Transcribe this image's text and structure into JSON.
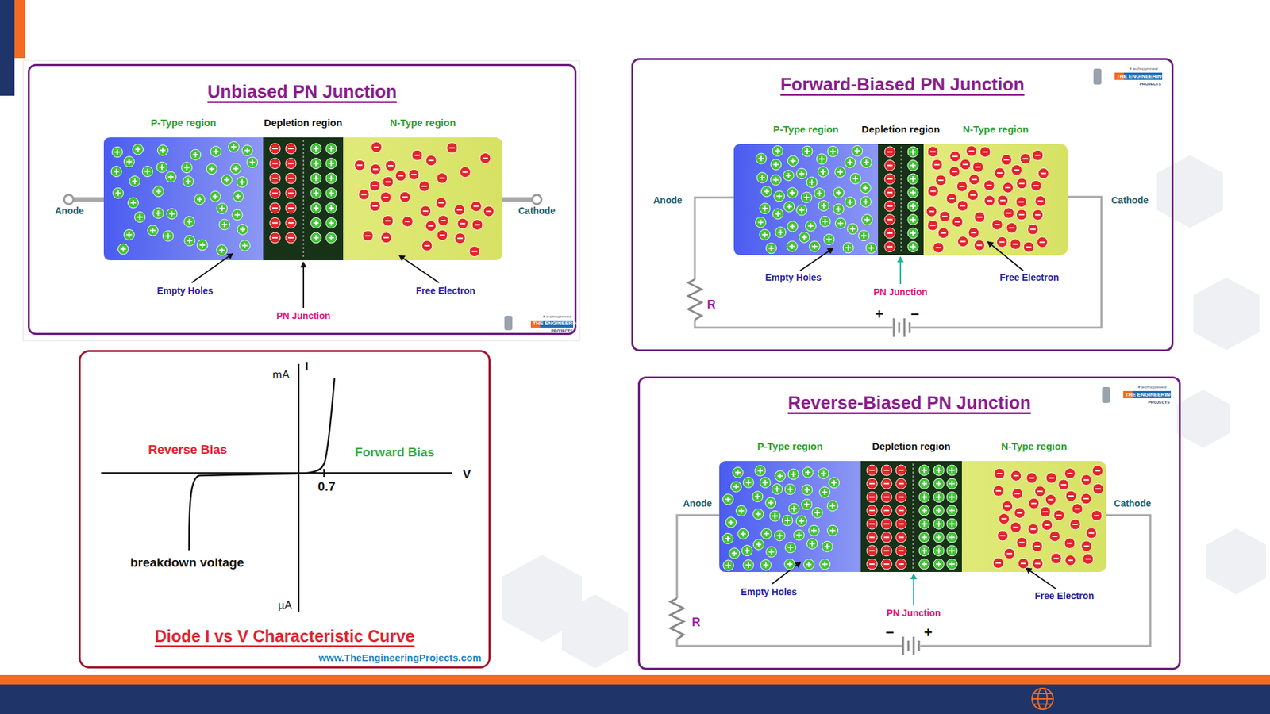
{
  "diagram": {
    "nodes": [
      {
        "text": [
          "Unbiased PN Junction"
        ]
      },
      {
        "text": [
          "P-Type region"
        ],
        "in": 0
      },
      {
        "text": [
          "Depletion region"
        ],
        "in": 0
      },
      {
        "text": [
          "N-Type region"
        ],
        "in": 0
      },
      {
        "text": [
          "Forward-Biased PN Junction"
        ]
      },
      {
        "text": [
          "P-Type region"
        ],
        "in": 4
      },
      {
        "text": [
          "Depletion region"
        ],
        "in": 4
      },
      {
        "text": [
          "N-Type region"
        ],
        "in": 4
      },
      {
        "text": [
          "Reverse-Biased PN Junction"
        ]
      },
      {
        "text": [
          "P-Type region"
        ],
        "in": 8
      },
      {
        "text": [
          "Depletion region"
        ],
        "in": 8
      },
      {
        "text": [
          "N-Type region"
        ],
        "in": 8
      },
      {
        "text": [
          "Diode I vs V Characteristic Curve"
        ]
      }
    ],
    "edges": [],
    "labels": [
      "Anode",
      "Cathode",
      "Empty Holes",
      "PN Junction",
      "Free Electron",
      "# technopreneur",
      "THE ENGINEERING",
      "PROJECTS",
      "Anode",
      "Cathode",
      "Empty Holes",
      "PN Junction",
      "Free Electron",
      "R",
      "+",
      "−",
      "# technopreneur",
      "THE ENGINEERING",
      "PROJECTS",
      "Anode",
      "Cathode",
      "Empty Holes",
      "PN Junction",
      "Free Electron",
      "R",
      "−",
      "+",
      "# technopreneur",
      "THE ENGINEERING",
      "PROJECTS",
      "mA",
      "I",
      "V",
      "0.7",
      "µA",
      "Reverse Bias",
      "Forward Bias",
      "breakdown voltage",
      "www.TheEngineeringProjects.com"
    ]
  }
}
